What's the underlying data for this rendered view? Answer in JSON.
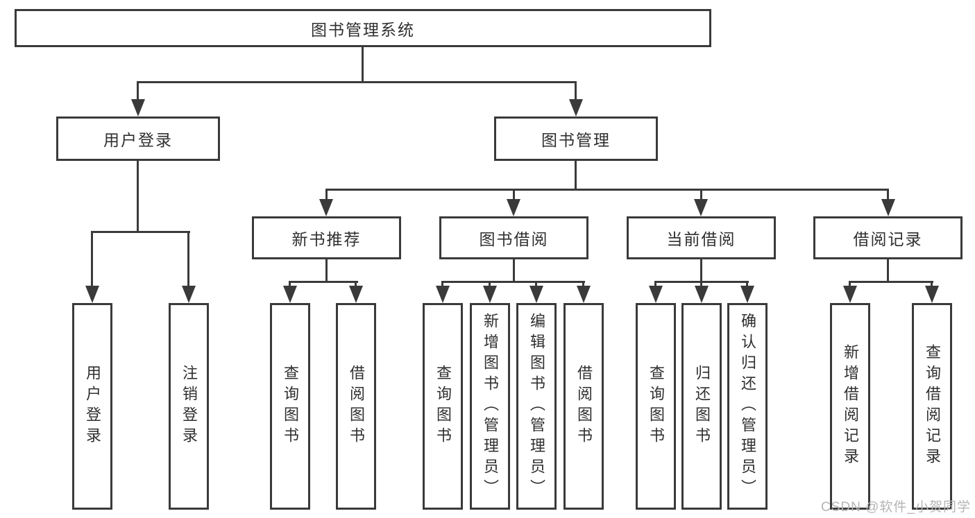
{
  "colors": {
    "line": "#3a3a3a",
    "text": "#2f2f2f",
    "watermark": "#b5b5b5",
    "bg": "#ffffff"
  },
  "watermark": "CSDN @软件_小贺同学",
  "tree": {
    "root": {
      "label": "图书管理系统",
      "children": [
        {
          "label": "用户登录",
          "children": [
            {
              "label": "用户登录"
            },
            {
              "label": "注销登录"
            }
          ]
        },
        {
          "label": "图书管理",
          "children": [
            {
              "label": "新书推荐",
              "children": [
                {
                  "label": "查询图书"
                },
                {
                  "label": "借阅图书"
                }
              ]
            },
            {
              "label": "图书借阅",
              "children": [
                {
                  "label": "查询图书"
                },
                {
                  "label": "新增图书（管理员）"
                },
                {
                  "label": "编辑图书（管理员）"
                },
                {
                  "label": "借阅图书"
                }
              ]
            },
            {
              "label": "当前借阅",
              "children": [
                {
                  "label": "查询图书"
                },
                {
                  "label": "归还图书"
                },
                {
                  "label": "确认归还（管理员）"
                }
              ]
            },
            {
              "label": "借阅记录",
              "children": [
                {
                  "label": "新增借阅记录"
                },
                {
                  "label": "查询借阅记录"
                }
              ]
            }
          ]
        }
      ]
    }
  }
}
